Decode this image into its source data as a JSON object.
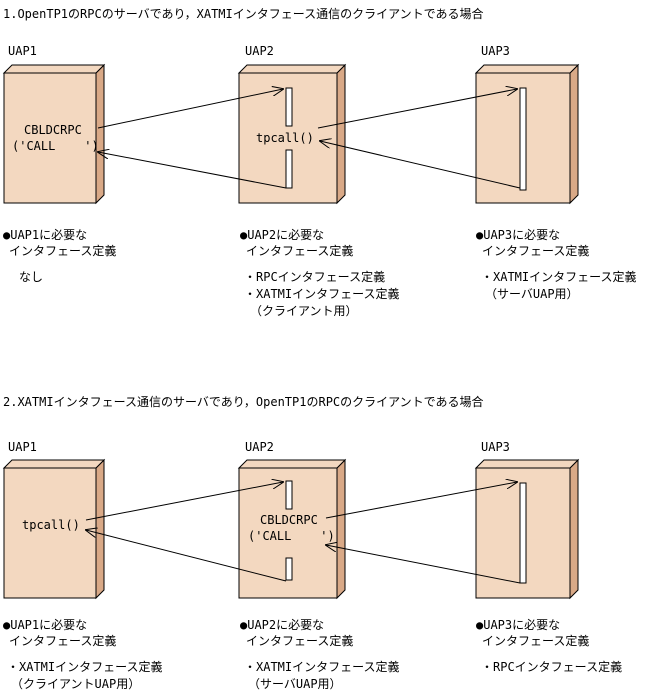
{
  "section1": {
    "heading": "1.OpenTP1のRPCのサーバであり，XATMIインタフェース通信のクライアントである場合",
    "uap1": {
      "label": "UAP1",
      "box_lines": [
        "CBLDCRPC",
        "('CALL    ')"
      ],
      "req_heading": "●UAP1に必要な",
      "req_sub": "インタフェース定義",
      "items": [
        "なし"
      ]
    },
    "uap2": {
      "label": "UAP2",
      "box_lines": [
        "tpcall()"
      ],
      "req_heading": "●UAP2に必要な",
      "req_sub": "インタフェース定義",
      "items": [
        "・RPCインタフェース定義",
        "・XATMIインタフェース定義",
        "（クライアント用）"
      ]
    },
    "uap3": {
      "label": "UAP3",
      "req_heading": "●UAP3に必要な",
      "req_sub": "インタフェース定義",
      "items": [
        "・XATMIインタフェース定義",
        "（サーバUAP用）"
      ]
    }
  },
  "section2": {
    "heading": "2.XATMIインタフェース通信のサーバであり，OpenTP1のRPCのクライアントである場合",
    "uap1": {
      "label": "UAP1",
      "box_lines": [
        "tpcall()"
      ],
      "req_heading": "●UAP1に必要な",
      "req_sub": "インタフェース定義",
      "items": [
        "・XATMIインタフェース定義",
        "（クライアントUAP用）"
      ]
    },
    "uap2": {
      "label": "UAP2",
      "box_lines": [
        "CBLDCRPC",
        "('CALL    ')"
      ],
      "req_heading": "●UAP2に必要な",
      "req_sub": "インタフェース定義",
      "items": [
        "・XATMIインタフェース定義",
        "（サーバUAP用）"
      ]
    },
    "uap3": {
      "label": "UAP3",
      "req_heading": "●UAP3に必要な",
      "req_sub": "インタフェース定義",
      "items": [
        "・RPCインタフェース定義"
      ]
    }
  },
  "colors": {
    "box_face": "#f3d8c0",
    "box_side": "#d9a987",
    "stroke": "#000000"
  }
}
